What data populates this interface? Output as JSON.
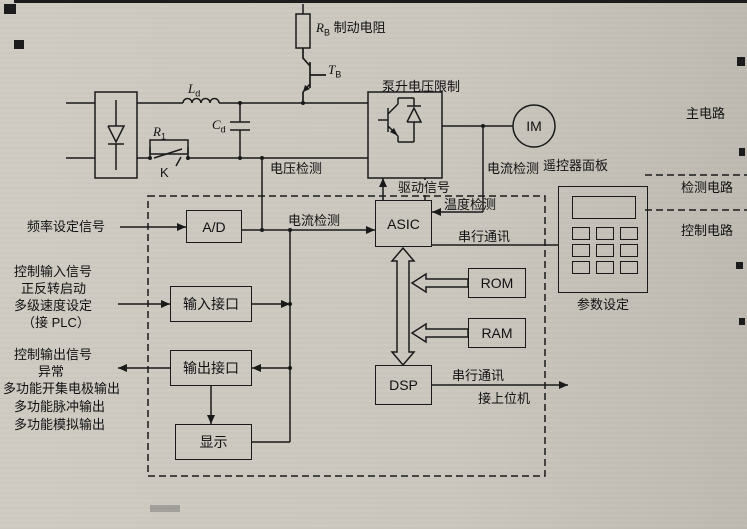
{
  "colors": {
    "paper": "#ccc8c0",
    "ink": "#1a1a1a"
  },
  "power": {
    "rb_sym": "R",
    "rb_sub": "B",
    "rb_label": "制动电阻",
    "tb_sym": "T",
    "tb_sub": "B",
    "pump_limit": "泵升电压限制",
    "ld_sym": "L",
    "ld_sub": "d",
    "cd_sym": "C",
    "cd_sub": "d",
    "r1_sym": "R",
    "r1_sub": "1",
    "k_label": "K",
    "motor": "IM",
    "voltage_detect": "电压检测",
    "current_detect": "电流检测",
    "drive_signal": "驱动信号"
  },
  "zones": {
    "main": "主电路",
    "detect": "检测电路",
    "control": "控制电路"
  },
  "panel": {
    "title": "遥控器面板",
    "caption": "参数设定"
  },
  "blocks": {
    "ad": "A/D",
    "asic": "ASIC",
    "rom": "ROM",
    "ram": "RAM",
    "dsp": "DSP",
    "input_if": "输入接口",
    "output_if": "输出接口",
    "display": "显示"
  },
  "signals": {
    "current_detect_inner": "电流检测",
    "temp_detect": "温度检测",
    "serial_asic": "串行通讯",
    "serial_dsp": "串行通讯",
    "host": "接上位机"
  },
  "left_labels": {
    "freq": "频率设定信号",
    "ctrl_in": "控制输入信号",
    "fwd_rev": "正反转启动",
    "multi_speed": "多级速度设定",
    "plc": "（接 PLC）",
    "ctrl_out": "控制输出信号",
    "abnormal": "异常",
    "oc_out": "多功能开集电极输出",
    "pulse_out": "多功能脉冲输出",
    "analog_out": "多功能模拟输出"
  }
}
